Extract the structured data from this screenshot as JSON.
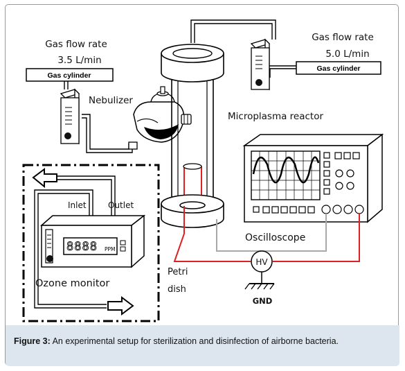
{
  "labels": {
    "gas_flow_left_line1": "Gas flow rate",
    "gas_flow_left_line2": "3.5 L/min",
    "gas_flow_right_line1": "Gas flow rate",
    "gas_flow_right_line2": "5.0 L/min",
    "gas_cylinder_left": "Gas cylinder",
    "gas_cylinder_right": "Gas cylinder",
    "nebulizer": "Nebulizer",
    "microplasma_reactor": "Microplasma reactor",
    "inlet": "Inlet",
    "outlet": "Outlet",
    "ozone_display": "8888",
    "ozone_unit": "PPM",
    "ozone_monitor": "Ozone monitor",
    "oscilloscope": "Oscilloscope",
    "petri_line1": "Petri",
    "petri_line2": "dish",
    "hv": "HV",
    "gnd": "GND"
  },
  "caption": {
    "figure_label": "Figure 3:",
    "text": " An experimental setup for sterilization and disinfection of airborne bacteria."
  },
  "colors": {
    "hv_wire": "#e02020",
    "signal_wire": "#a8a8a8",
    "caption_bg": "#dde6ef"
  }
}
